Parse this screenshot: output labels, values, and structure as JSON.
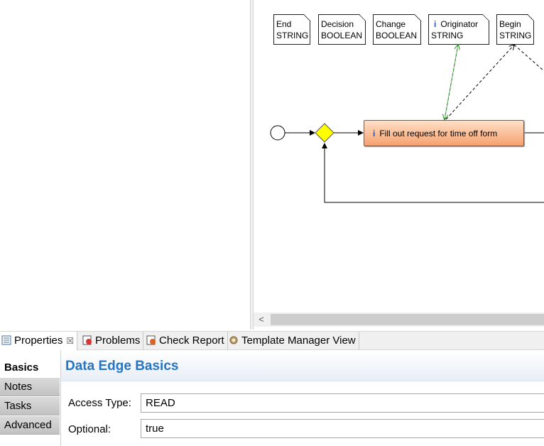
{
  "diagram": {
    "data_objects": [
      {
        "name": "End",
        "type": "STRING",
        "info": false
      },
      {
        "name": "Decision",
        "type": "BOOLEAN",
        "info": false
      },
      {
        "name": "Change",
        "type": "BOOLEAN",
        "info": false
      },
      {
        "name": "Originator",
        "type": "STRING",
        "info": true
      },
      {
        "name": "Begin",
        "type": "STRING",
        "info": false
      }
    ],
    "task": {
      "label": "Fill out request for time off form",
      "info_glyph": "i"
    }
  },
  "scrollbar": {
    "left_arrow": "<"
  },
  "tabs": [
    {
      "label": "Properties",
      "icon": "properties-icon",
      "active": true,
      "close": "☒"
    },
    {
      "label": "Problems",
      "icon": "problems-icon",
      "active": false
    },
    {
      "label": "Check Report",
      "icon": "check-report-icon",
      "active": false
    },
    {
      "label": "Template Manager View",
      "icon": "template-manager-icon",
      "active": false
    }
  ],
  "properties": {
    "nav": [
      {
        "label": "Basics",
        "active": true
      },
      {
        "label": "Notes",
        "active": false
      },
      {
        "label": "Tasks",
        "active": false
      },
      {
        "label": "Advanced",
        "active": false
      }
    ],
    "title": "Data Edge Basics",
    "fields": [
      {
        "label": "Access Type:",
        "value": "READ"
      },
      {
        "label": "Optional:",
        "value": "true"
      }
    ]
  },
  "colors": {
    "title": "#2575c3",
    "gateway": "#ffff00",
    "task_fill_top": "#ffe0c7",
    "task_fill_bottom": "#f6a070",
    "association_green": "#2e8b2e"
  }
}
